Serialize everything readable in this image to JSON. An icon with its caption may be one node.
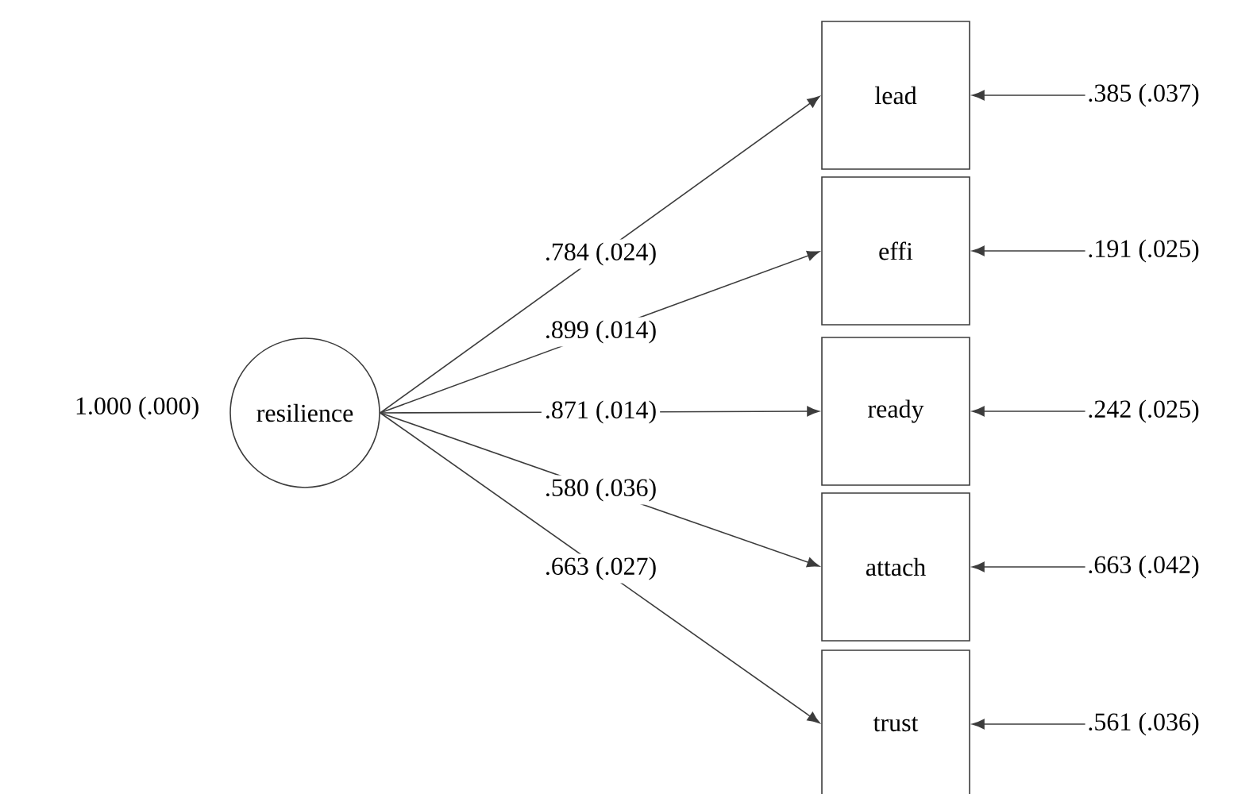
{
  "diagram": {
    "nodes": [
      {
        "text": [
          "resilience"
        ],
        "beside": [
          "1.000 (.000)"
        ]
      },
      {
        "text": [
          "lead"
        ]
      },
      {
        "text": [
          "effi"
        ]
      },
      {
        "text": [
          "ready"
        ]
      },
      {
        "text": [
          "attach"
        ]
      },
      {
        "text": [
          "trust"
        ]
      },
      {
        "text": [
          ".385 (.037)"
        ]
      },
      {
        "text": [
          ".191 (.025)"
        ]
      },
      {
        "text": [
          ".242 (.025)"
        ]
      },
      {
        "text": [
          ".663 (.042)"
        ]
      },
      {
        "text": [
          ".561 (.036)"
        ]
      }
    ],
    "edges": [
      {
        "from": 0,
        "to": 1,
        "arrow": "to",
        "label": ".784 (.024)"
      },
      {
        "from": 0,
        "to": 2,
        "arrow": "to",
        "label": ".899 (.014)"
      },
      {
        "from": 0,
        "to": 3,
        "arrow": "to",
        "label": ".871 (.014)"
      },
      {
        "from": 0,
        "to": 4,
        "arrow": "to",
        "label": ".580 (.036)"
      },
      {
        "from": 0,
        "to": 5,
        "arrow": "to",
        "label": ".663 (.027)"
      },
      {
        "from": 6,
        "to": 1,
        "arrow": "to"
      },
      {
        "from": 7,
        "to": 2,
        "arrow": "to"
      },
      {
        "from": 8,
        "to": 3,
        "arrow": "to"
      },
      {
        "from": 9,
        "to": 4,
        "arrow": "to"
      },
      {
        "from": 10,
        "to": 5,
        "arrow": "to"
      }
    ]
  }
}
